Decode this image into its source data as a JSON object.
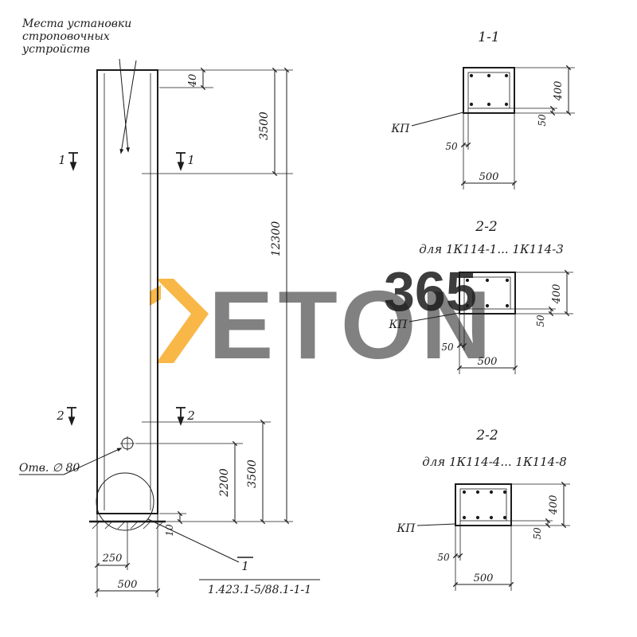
{
  "watermark": {
    "brand": "ETON",
    "number": "365",
    "orange": "#f7a81f",
    "gray": "#c6c6c6"
  },
  "notes": {
    "sling_line1": "Места установки",
    "sling_line2": "строповочных",
    "sling_line3": "устройств",
    "hole": "Отв. ∅ 80",
    "detail_num": "1",
    "doc_ref": "1.423.1-5/88.1-1-1"
  },
  "marks": {
    "s1": "1",
    "s2": "2"
  },
  "elev": {
    "d40": "40",
    "d3500_top": "3500",
    "d12300": "12300",
    "d3500_bot": "3500",
    "d2200": "2200",
    "d10": "10",
    "d250": "250",
    "d500": "500"
  },
  "sec1": {
    "title": "1-1",
    "kp": "КП",
    "d400": "400",
    "d50_side": "50",
    "d50_bottom": "50",
    "d500": "500"
  },
  "sec2": {
    "title": "2-2",
    "subtitle": "для 1К114-1... 1К114-3",
    "kp": "КП",
    "d400": "400",
    "d50_side": "50",
    "d50_bottom": "50",
    "d500": "500"
  },
  "sec3": {
    "title": "2-2",
    "subtitle": "для 1К114-4... 1К114-8",
    "kp": "КП",
    "d400": "400",
    "d50_side": "50",
    "d50_bottom": "50",
    "d500": "500"
  }
}
